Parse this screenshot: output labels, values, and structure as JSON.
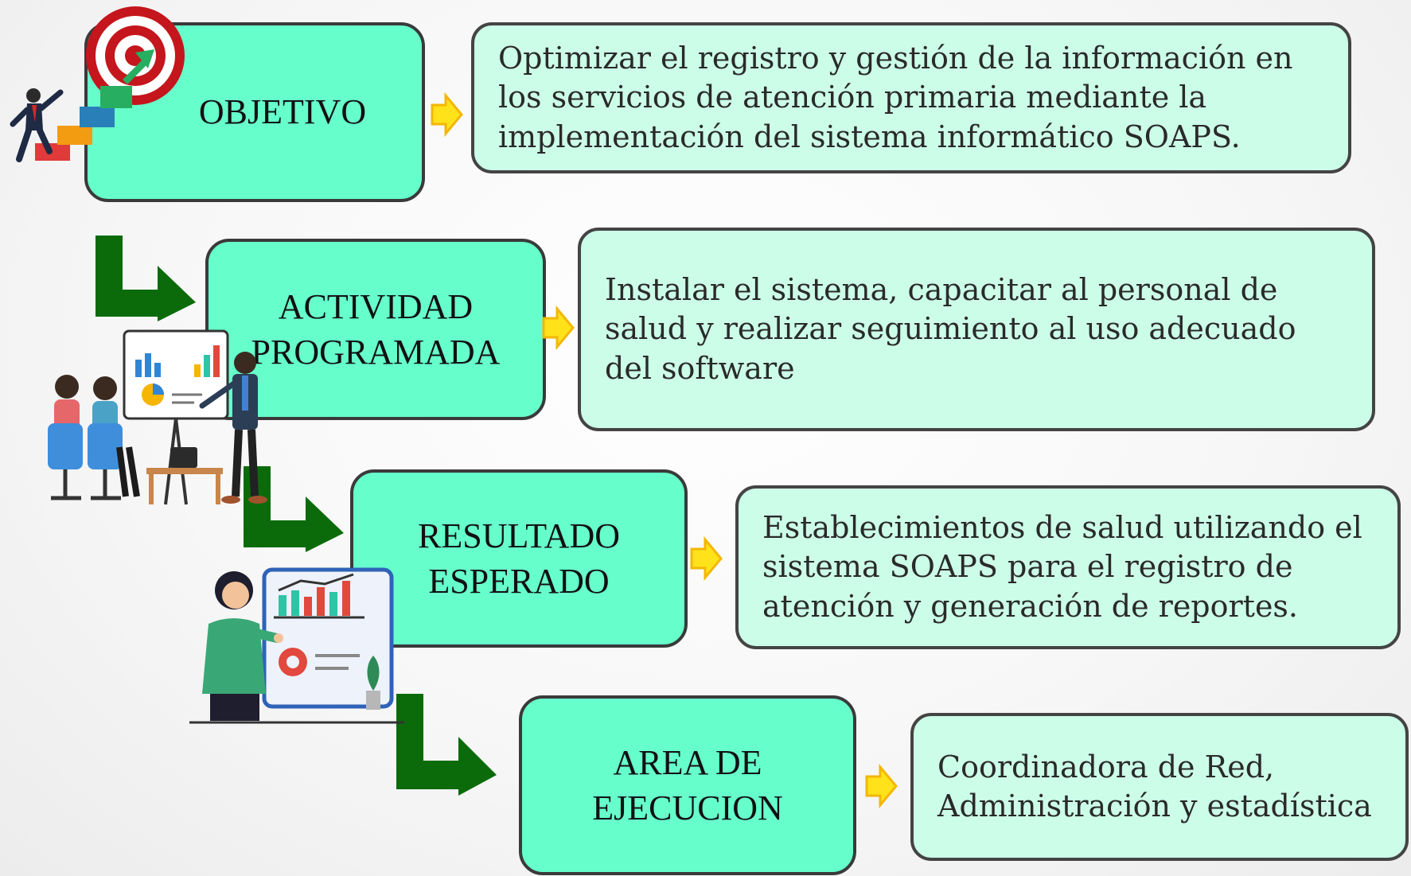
{
  "rows": [
    {
      "label": "OBJETIVO",
      "description": "Optimizar el registro y gestión de la información en los servicios de atención primaria mediante la implementación del sistema informático SOAPS."
    },
    {
      "label": "ACTIVIDAD PROGRAMADA",
      "description": "Instalar el sistema, capacitar al personal de salud y realizar seguimiento al uso adecuado del software"
    },
    {
      "label": "RESULTADO ESPERADO",
      "description": "Establecimientos de salud utilizando el sistema SOAPS para el registro de atención y generación de reportes."
    },
    {
      "label": "AREA DE EJECUCION",
      "description": "Coordinadora de Red, Administración y estadística"
    }
  ],
  "colors": {
    "label_fill": "#66ffcc",
    "description_fill": "#ccfde9",
    "border": "#3a3a3a",
    "connector_green": "#0b6b0b",
    "pointer_yellow": "#ffe21a"
  },
  "icons": [
    "target-staircase-icon",
    "presentation-meeting-icon",
    "analytics-presenter-icon"
  ]
}
